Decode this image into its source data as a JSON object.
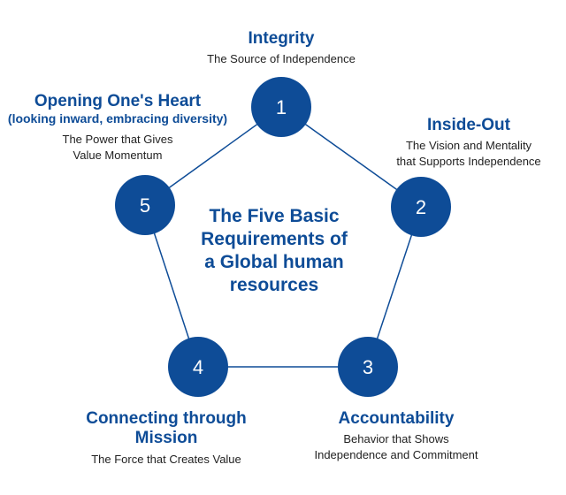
{
  "center_title": [
    "The Five Basic",
    "Requirements of",
    "a Global human",
    "resources"
  ],
  "nodes": [
    {
      "number": "1",
      "title": "Integrity",
      "description": [
        "The Source of Independence"
      ]
    },
    {
      "number": "2",
      "title": "Inside-Out",
      "description": [
        "The Vision and Mentality",
        "that Supports Independence"
      ]
    },
    {
      "number": "3",
      "title": "Accountability",
      "description": [
        "Behavior that Shows",
        "Independence and Commitment"
      ]
    },
    {
      "number": "4",
      "title": [
        "Connecting through",
        "Mission"
      ],
      "description": [
        "The Force that Creates Value"
      ]
    },
    {
      "number": "5",
      "title": "Opening One's Heart",
      "subtitle": "(looking inward, embracing diversity)",
      "description": [
        "The Power that Gives",
        "Value Momentum"
      ]
    }
  ],
  "colors": {
    "accent": "#0e4c97",
    "text": "#222222",
    "background": "#ffffff"
  }
}
